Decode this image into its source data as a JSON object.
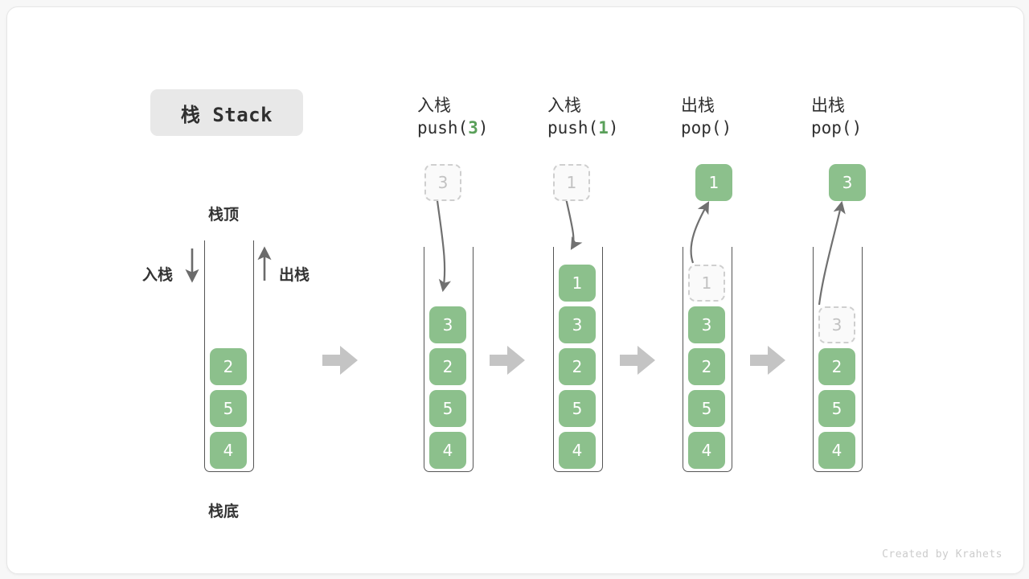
{
  "credit": "Created by Krahets",
  "title_chip": {
    "label": "栈 Stack"
  },
  "legend": {
    "top_label": "栈顶",
    "bottom_label": "栈底",
    "push_label": "入栈",
    "pop_label": "出栈",
    "push_arrow_icon": "arrow-down-icon",
    "pop_arrow_icon": "arrow-up-icon"
  },
  "flow_arrow_icon": "arrow-right-icon",
  "colors": {
    "cell_fill": "#8cc08c",
    "cell_text": "#ffffff",
    "ghost_fill": "#fafafa",
    "ghost_border": "#cfcfcf",
    "ghost_text": "#c2c2c2",
    "frame_stroke": "#555555",
    "accent_green": "#5aa05a",
    "flow_arrow": "#c4c4c4",
    "curve_stroke": "#707070",
    "chip_bg": "#e8e8e8",
    "card_bg": "#ffffff",
    "page_bg": "#f7f7f7"
  },
  "columns": [
    {
      "id": "initial",
      "header_line1": "",
      "header_line2": "",
      "header_arg": "",
      "top_box": null,
      "stack": [
        "2",
        "5",
        "4"
      ]
    },
    {
      "id": "push-3",
      "header_line1": "入栈",
      "header_line2": "push(",
      "header_arg": "3",
      "header_line2_tail": ")",
      "top_box": {
        "value": "3",
        "style": "ghost"
      },
      "stack": [
        "3",
        "2",
        "5",
        "4"
      ]
    },
    {
      "id": "push-1",
      "header_line1": "入栈",
      "header_line2": "push(",
      "header_arg": "1",
      "header_line2_tail": ")",
      "top_box": {
        "value": "1",
        "style": "ghost"
      },
      "stack": [
        "1",
        "3",
        "2",
        "5",
        "4"
      ]
    },
    {
      "id": "pop-1",
      "header_line1": "出栈",
      "header_line2": "pop(",
      "header_arg": "",
      "header_line2_tail": ")",
      "top_box": {
        "value": "1",
        "style": "filled"
      },
      "stack": [
        "1",
        "3",
        "2",
        "5",
        "4"
      ],
      "ghost_index": 0
    },
    {
      "id": "pop-3",
      "header_line1": "出栈",
      "header_line2": "pop(",
      "header_arg": "",
      "header_line2_tail": ")",
      "top_box": {
        "value": "3",
        "style": "filled"
      },
      "stack": [
        "3",
        "2",
        "5",
        "4"
      ],
      "ghost_index": 0
    }
  ]
}
